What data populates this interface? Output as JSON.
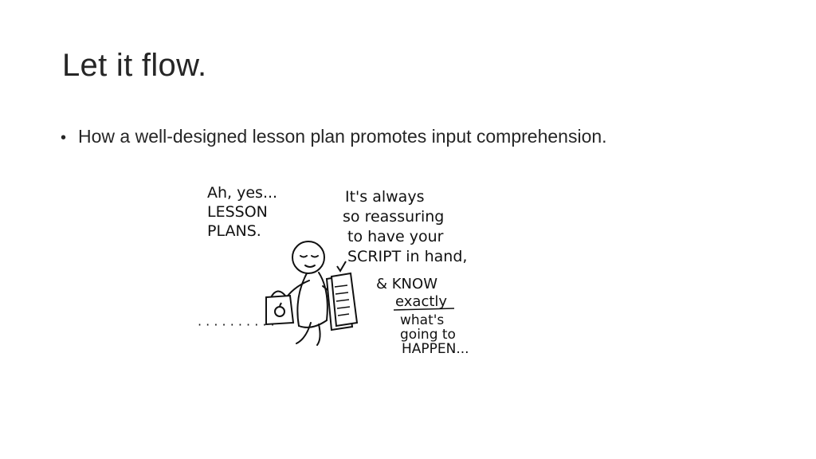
{
  "slide": {
    "title": "Let it flow.",
    "bullets": [
      {
        "marker": "•",
        "text": "How a well-designed lesson plan promotes input comprehension."
      }
    ]
  },
  "illustration": {
    "speech_left": [
      "Ah, yes...",
      "LESSON",
      "PLANS."
    ],
    "speech_right": [
      "It's always",
      "so reassuring",
      "to have your",
      "SCRIPT in hand,"
    ],
    "speech_bottom": [
      "& KNOW",
      "exactly",
      "what's",
      "going to",
      "HAPPEN..."
    ],
    "trail": "· · · · · · · · · ·",
    "colors": {
      "ink": "#111111",
      "background": "#ffffff"
    }
  }
}
